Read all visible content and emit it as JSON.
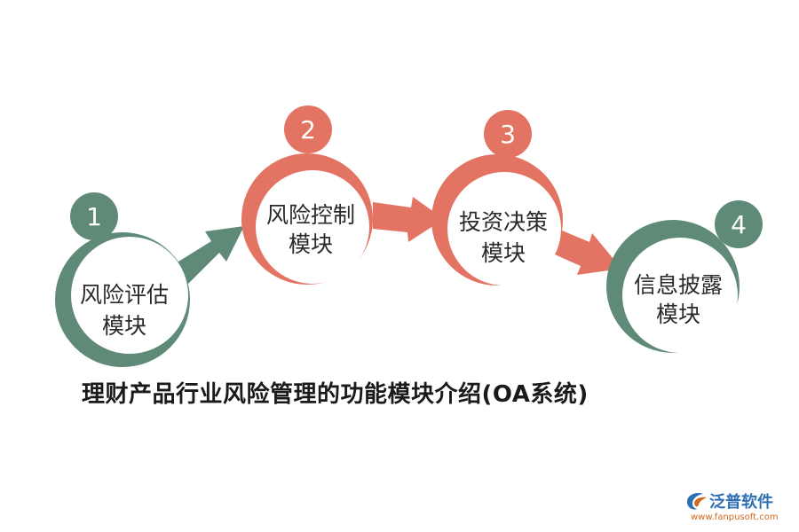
{
  "diagram": {
    "steps": [
      {
        "number": "1",
        "line1": "风险评估",
        "line2": "模块",
        "color": "#5e8a77"
      },
      {
        "number": "2",
        "line1": "风险控制",
        "line2": "模块",
        "color": "#e37463"
      },
      {
        "number": "3",
        "line1": "投资决策",
        "line2": "模块",
        "color": "#e37463"
      },
      {
        "number": "4",
        "line1": "信息披露",
        "line2": "模块",
        "color": "#5e8a77"
      }
    ],
    "title": "理财产品行业风险管理的功能模块介绍(OA系统)"
  },
  "logo": {
    "name": "泛普软件",
    "url": "www.fanpusoft.com",
    "icon": "fanpu-logo-icon"
  }
}
